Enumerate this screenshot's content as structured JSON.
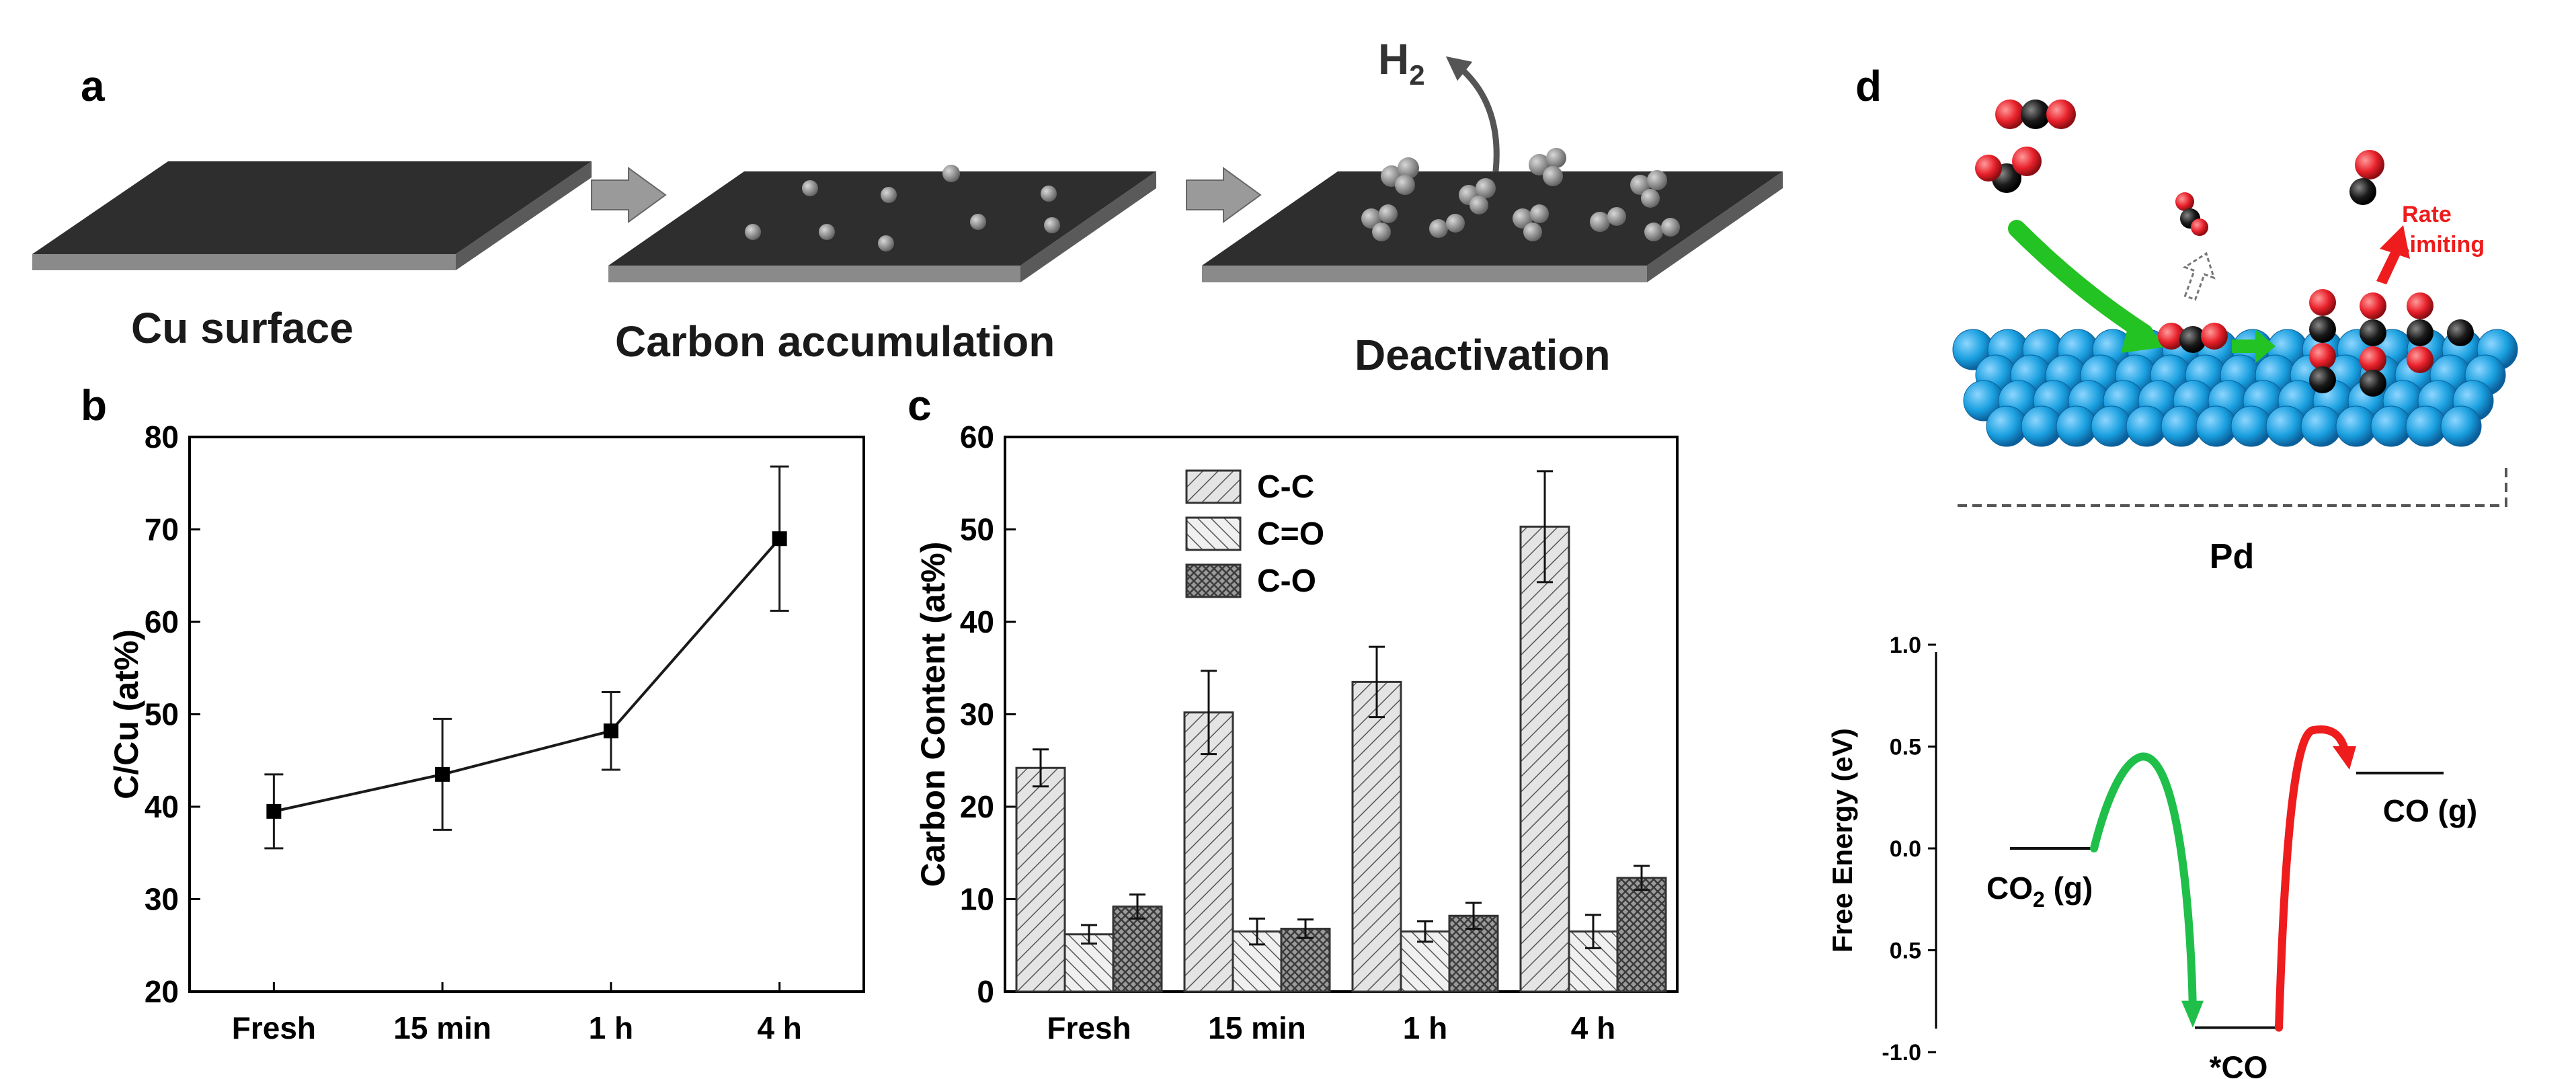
{
  "panels": {
    "a": {
      "label": "a",
      "stages": [
        "Cu surface",
        "Carbon accumulation",
        "Deactivation"
      ],
      "gas": "H",
      "gas_sub": "2"
    },
    "b": {
      "label": "b"
    },
    "c": {
      "label": "c"
    },
    "d": {
      "label": "d",
      "rate_limiting_1": "Rate",
      "rate_limiting_2": "Limiting",
      "metal": "Pd",
      "state_co2": "CO",
      "state_co2_sub": "2",
      "state_co2_suffix": " (g)",
      "state_ads": "*CO",
      "state_cog": "CO (g)",
      "colors": {
        "oxygen": "#e8202a",
        "carbon": "#1a1a1a",
        "surface": "#1aa0e0",
        "green_arrow": "#22c322",
        "red_arrow": "#ee1c1c"
      }
    }
  },
  "chart_data": [
    {
      "panel": "b",
      "type": "line",
      "categories": [
        "Fresh",
        "15 min",
        "1 h",
        "4 h"
      ],
      "series": [
        {
          "values": [
            39.5,
            43.5,
            48.2,
            69
          ],
          "errors": [
            4,
            6,
            4.2,
            7.8
          ]
        }
      ],
      "ylabel": "C/Cu (at%)",
      "ylim": [
        20,
        80
      ],
      "yticks": [
        20,
        30,
        40,
        50,
        60,
        70,
        80
      ]
    },
    {
      "panel": "c",
      "type": "bar",
      "categories": [
        "Fresh",
        "15 min",
        "1 h",
        "4 h"
      ],
      "series": [
        {
          "name": "C-C",
          "values": [
            24.2,
            30.2,
            33.5,
            50.3
          ],
          "errors": [
            2,
            4.5,
            3.8,
            6
          ]
        },
        {
          "name": "C=O",
          "values": [
            6.2,
            6.5,
            6.5,
            6.5
          ],
          "errors": [
            1,
            1.4,
            1.1,
            1.8
          ]
        },
        {
          "name": "C-O",
          "values": [
            9.2,
            6.8,
            8.2,
            12.3
          ],
          "errors": [
            1.3,
            1,
            1.4,
            1.3
          ]
        }
      ],
      "ylabel": "Carbon Content (at%)",
      "ylim": [
        0,
        60
      ],
      "yticks": [
        0,
        10,
        20,
        30,
        40,
        50,
        60
      ],
      "legend": "top-center"
    },
    {
      "panel": "d",
      "type": "line",
      "ylabel": "Free Energy (eV)",
      "ytick_labels": [
        "1.0",
        "0.5",
        "0.0",
        "0.5",
        "-1.0"
      ],
      "levels": {
        "CO2 (g)": 0.0,
        "*CO": -0.88,
        "CO (g)": 0.37
      },
      "barriers": [
        0.45,
        0.58
      ]
    }
  ]
}
